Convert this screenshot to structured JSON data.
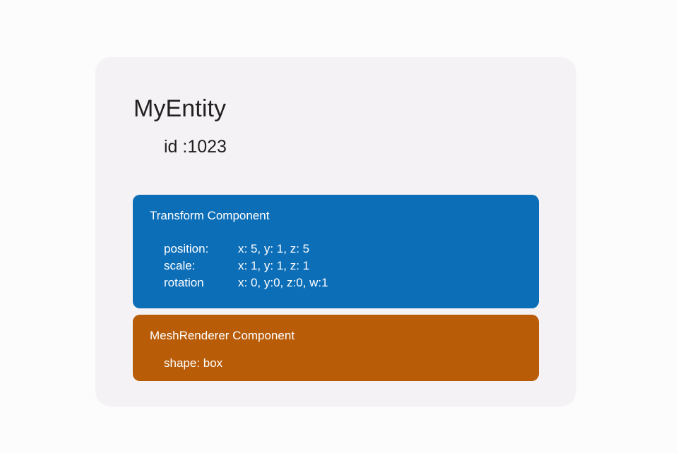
{
  "page": {
    "background_color": "#fcfcfc"
  },
  "entity": {
    "card_background": "#f4f2f4",
    "name": "MyEntity",
    "id_label": "id :1023",
    "components": [
      {
        "key": "transform",
        "header": "Transform Component",
        "color": "#0d6eb8",
        "properties": [
          {
            "label": "position:",
            "value": "x: 5, y: 1, z: 5"
          },
          {
            "label": "scale:",
            "value": "x: 1, y: 1, z: 1"
          },
          {
            "label": "rotation",
            "value": "x: 0, y:0, z:0, w:1"
          }
        ]
      },
      {
        "key": "meshrenderer",
        "header": "MeshRenderer Component",
        "color": "#b85c08",
        "properties": [
          {
            "label": "shape: box",
            "value": ""
          }
        ]
      }
    ]
  }
}
